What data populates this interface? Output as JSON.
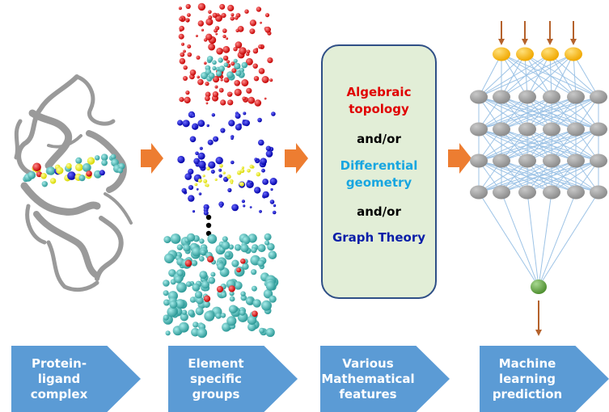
{
  "colors": {
    "panel_fill": "#5b9bd5",
    "arrow_orange": "#ed7d31",
    "feature_box_fill": "#e2eed7",
    "feature_box_border": "#2f4f86",
    "algebraic_red": "#e00000",
    "differential_cyan": "#18a6e0",
    "graph_blue": "#0a1ea8",
    "nn_node_gray": "#a6a6a6",
    "nn_input_yellow": "#ffc000",
    "nn_output_green": "#6aad45",
    "nn_edge": "#9dc3e6"
  },
  "features": {
    "algebraic": "Algebraic\ntopology",
    "andor1": "and/or",
    "differential": "Differential\ngeometry",
    "andor2": "and/or",
    "graph": "Graph Theory"
  },
  "steps": [
    {
      "label": "Protein-\nligand\ncomplex"
    },
    {
      "label": "Element\nspecific\ngroups"
    },
    {
      "label": "Various\nMathematical\nfeatures"
    },
    {
      "label": "Machine\nlearning\nprediction"
    }
  ],
  "neural_network": {
    "layers": [
      4,
      6,
      6,
      6,
      6,
      1
    ],
    "input_arrows": 4
  }
}
